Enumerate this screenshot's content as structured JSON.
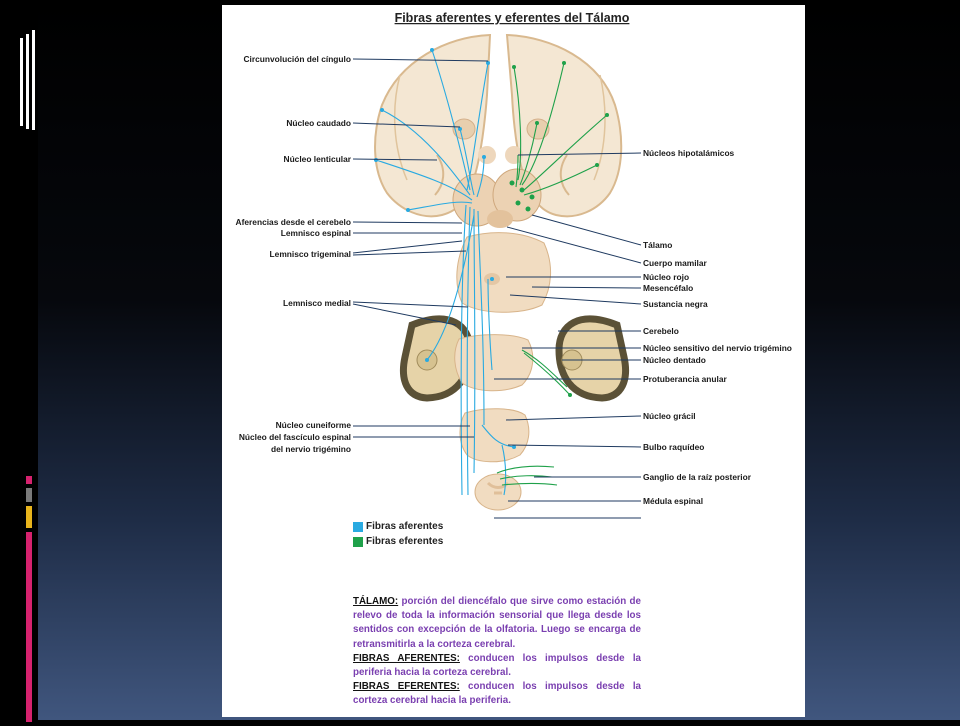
{
  "slide": {
    "title": "Fibras aferentes y eferentes del Tálamo",
    "labels_left": [
      "Circunvolución del cíngulo",
      "Núcleo caudado",
      "Núcleo lenticular",
      "Aferencias desde el cerebelo",
      "Lemnisco espinal",
      "Lemnisco trigeminal",
      "Lemnisco medial",
      "Núcleo cuneiforme",
      "Núcleo del fascículo espinal",
      "del nervio trigémino"
    ],
    "labels_right": [
      "Núcleos hipotalámicos",
      "Tálamo",
      "Cuerpo mamilar",
      "Núcleo rojo",
      "Mesencéfalo",
      "Sustancia negra",
      "Cerebelo",
      "Núcleo sensitivo del nervio trigémino",
      "Núcleo dentado",
      "Protuberancia anular",
      "Núcleo grácil",
      "Bulbo raquídeo",
      "Ganglio de la raíz posterior",
      "Médula espinal"
    ],
    "legend": [
      {
        "label": "Fibras aferentes",
        "color": "#29aae1"
      },
      {
        "label": "Fibras eferentes",
        "color": "#1fa14a"
      }
    ],
    "description": [
      {
        "term": "TÁLAMO:",
        "text": " porción del diencéfalo que sirve como estación de relevo de toda la información sensorial que llega desde los sentidos con excepción de la olfatoria. Luego se encarga de retransmitirla a la corteza cerebral."
      },
      {
        "term": "FIBRAS AFERENTES:",
        "text": " conducen los impulsos desde la periferia hacia la corteza cerebral."
      },
      {
        "term": "FIBRAS EFERENTES:",
        "text": " conducen los impulsos desde la corteza cerebral hacia la periferia."
      }
    ]
  },
  "colors": {
    "afferent": "#29aae1",
    "efferent": "#1fa14a",
    "tissue": "#f2e2cf",
    "tissue_dark": "#e8c9a7",
    "cerebellum_dark": "#5b5136",
    "leader": "#1f3a60",
    "deco_pink": "#d6226e",
    "deco_gray": "#7a7a7a",
    "deco_yellow": "#e8b41c"
  }
}
